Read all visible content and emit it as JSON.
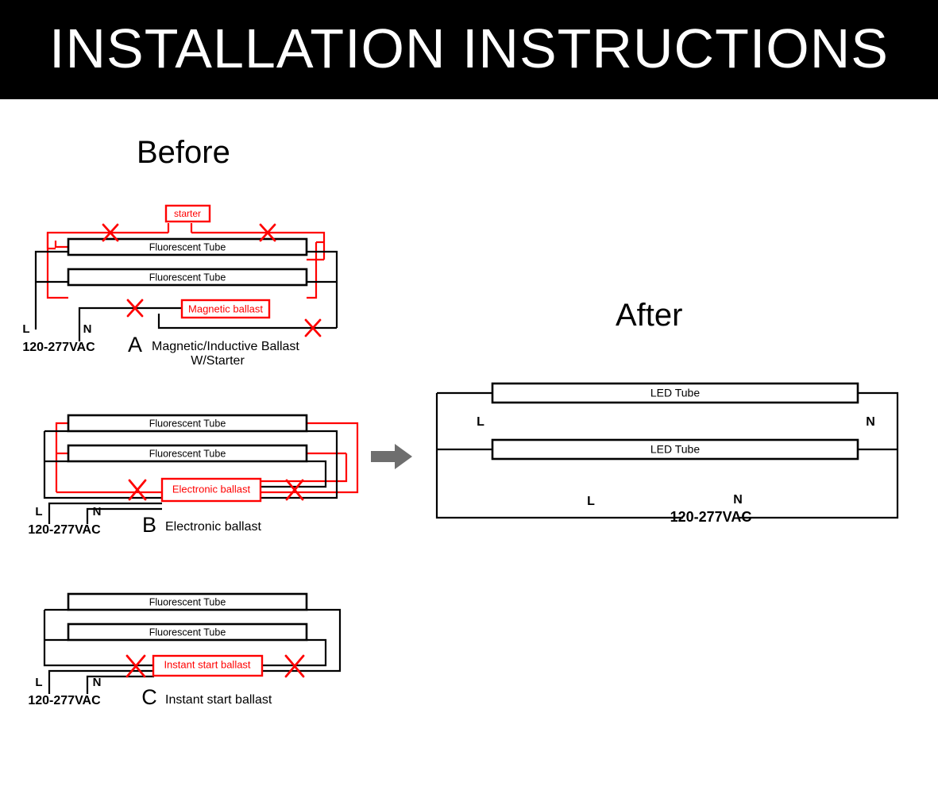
{
  "title": "INSTALLATION INSTRUCTIONS",
  "headings": {
    "before": "Before",
    "after": "After"
  },
  "colors": {
    "title_bar_bg": "#000000",
    "title_text": "#ffffff",
    "wire_existing": "#000000",
    "wire_remove": "#FF0000",
    "remove_mark": "#FF0000",
    "arrow": "#6E6E6E",
    "page_bg": "#ffffff"
  },
  "arrow": {
    "icon": "arrow-right-icon",
    "direction": "right",
    "color": "#6E6E6E"
  },
  "diagrams": [
    {
      "id": "A",
      "key": "A",
      "caption_line1": "Magnetic/Inductive  Ballast",
      "caption_line2": "W/Starter",
      "supply": "120-277VAC",
      "line_label": "L",
      "neutral_label": "N",
      "tubes": [
        "Fluorescent Tube",
        "Fluorescent Tube"
      ],
      "component_boxes": [
        {
          "name": "starter",
          "label": "starter",
          "color": "#FF0000"
        },
        {
          "name": "magnetic-ballast",
          "label": "Magnetic ballast",
          "color": "#FF0000"
        }
      ],
      "remove_marks": 4
    },
    {
      "id": "B",
      "key": "B",
      "caption_line1": "Electronic ballast",
      "caption_line2": "",
      "supply": "120-277VAC",
      "line_label": "L",
      "neutral_label": "N",
      "tubes": [
        "Fluorescent Tube",
        "Fluorescent Tube"
      ],
      "component_boxes": [
        {
          "name": "electronic-ballast",
          "label": "Electronic  ballast",
          "color": "#FF0000"
        }
      ],
      "remove_marks": 2
    },
    {
      "id": "C",
      "key": "C",
      "caption_line1": "Instant start ballast",
      "caption_line2": "",
      "supply": "120-277VAC",
      "line_label": "L",
      "neutral_label": "N",
      "tubes": [
        "Fluorescent Tube",
        "Fluorescent Tube"
      ],
      "component_boxes": [
        {
          "name": "instant-start-ballast",
          "label": "Instant  start  ballast",
          "color": "#FF0000"
        }
      ],
      "remove_marks": 2
    }
  ],
  "after_diagram": {
    "tubes": [
      "LED  Tube",
      "LED  Tube"
    ],
    "line_label_top": "L",
    "neutral_label_top": "N",
    "line_label_bottom": "L",
    "neutral_label_bottom": "N",
    "supply": "120-277VAC"
  }
}
